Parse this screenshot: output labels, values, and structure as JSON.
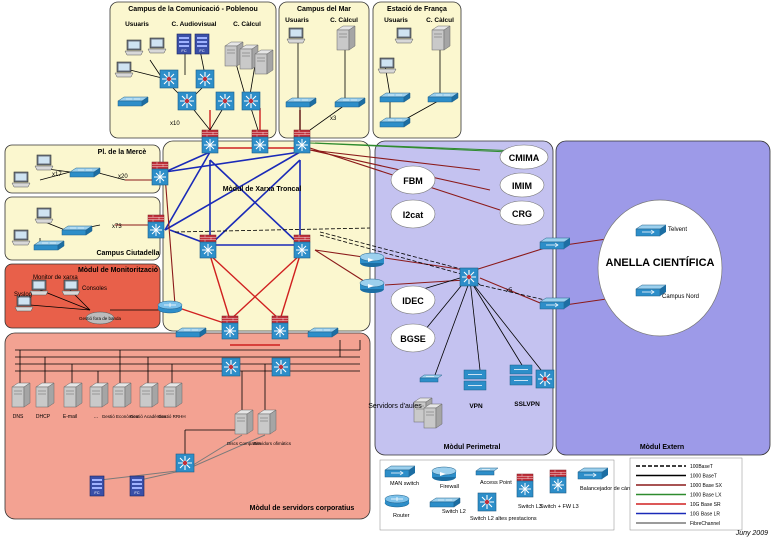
{
  "zones": {
    "campus_comunicacio": "Campus de la Comunicació - Poblenou",
    "campus_mar": "Campus del Mar",
    "estacio_franca": "Estació de França",
    "pl_merce": "Pl. de la Mercè",
    "campus_ciutadella": "Campus Ciutadella",
    "modul_monitoritzacio": "Mòdul de Monitorització",
    "modul_xarxa_troncal": "Mòdul de Xarxa Troncal",
    "modul_servidors": "Mòdul de servidors corporatius",
    "modul_perimetral": "Mòdul Perimetral",
    "modul_extern": "Mòdul Extern"
  },
  "column_labels": {
    "usuaris_1": "Usuaris",
    "audiovisual": "C. Audiovisual",
    "calcul_1": "C. Càlcul",
    "usuaris_2": "Usuaris",
    "calcul_2": "C. Càlcul",
    "usuaris_3": "Usuaris",
    "calcul_3": "C. Càlcul"
  },
  "clouds": {
    "fbm": "FBM",
    "i2cat": "I2cat",
    "idec": "IDEC",
    "bgse": "BGSE",
    "cmima": "CMIMA",
    "imim": "IMIM",
    "crg": "CRG",
    "anella": "ANELLA CIENTÍFICA",
    "telvent": "Telvent",
    "campus_nord": "Campus Nord"
  },
  "link_labels": {
    "x20": "x20",
    "x17": "x17",
    "x73": "x73",
    "x5": "x5",
    "x3": "x3",
    "x10": "x10"
  },
  "monitor": {
    "syslog": "Syslog",
    "monitor_xarxa": "Monitor de xarxa",
    "consoles": "Consoles",
    "gestio_fora_banda": "Gestió fora de banda"
  },
  "servers": {
    "dns": "DNS",
    "dhcp": "DHCP",
    "email": "E-mail",
    "dots": "...",
    "gestio_economica": "Gestió Econòmica",
    "gestio_academica": "Gestió Acadèmica",
    "gestio_rrhh": "Gestió RRHH",
    "discs_compartits": "Discs Compartits",
    "servidors_ofimatics": "Servidors ofimàtics"
  },
  "perimetral": {
    "servidors_aules": "Servidors d'aules",
    "vpn": "VPN",
    "sslvpn": "SSLVPN"
  },
  "legend_icons": {
    "man_switch": "MAN switch",
    "router": "Router",
    "firewall": "Firewall",
    "switch_l2": "Switch L2",
    "access_point": "Access Point",
    "switch_l2_altes": "Switch L2 altes prestacions",
    "switch_l3": "Switch L3",
    "switch_fw_l3": "Switch + FW L3",
    "balancejador": "Balancejador de càrrega"
  },
  "legend_lines": [
    {
      "label": "100BaseT",
      "color": "#000000",
      "dash": true
    },
    {
      "label": "1000 BaseT",
      "color": "#000000",
      "dash": false
    },
    {
      "label": "1000 Base SX",
      "color": "#8b1a1a",
      "dash": false
    },
    {
      "label": "1000 Base LX",
      "color": "#2e8b2e",
      "dash": false
    },
    {
      "label": "10G Base SR",
      "color": "#d02020",
      "dash": false
    },
    {
      "label": "10G Base LR",
      "color": "#1a2ab8",
      "dash": false
    },
    {
      "label": "FibreChannel",
      "color": "#7a7a7a",
      "dash": false
    }
  ],
  "footer": {
    "date": "Juny 2009"
  },
  "colors": {
    "yellow_zone": "#fbf7cf",
    "red_zone": "#f3a292",
    "mon_zone": "#e8604a",
    "perim_zone": "#c4c2f0",
    "extern_zone": "#9d9ae8",
    "switch_blue": "#2d8ec9",
    "router_red": "#c0303a"
  }
}
